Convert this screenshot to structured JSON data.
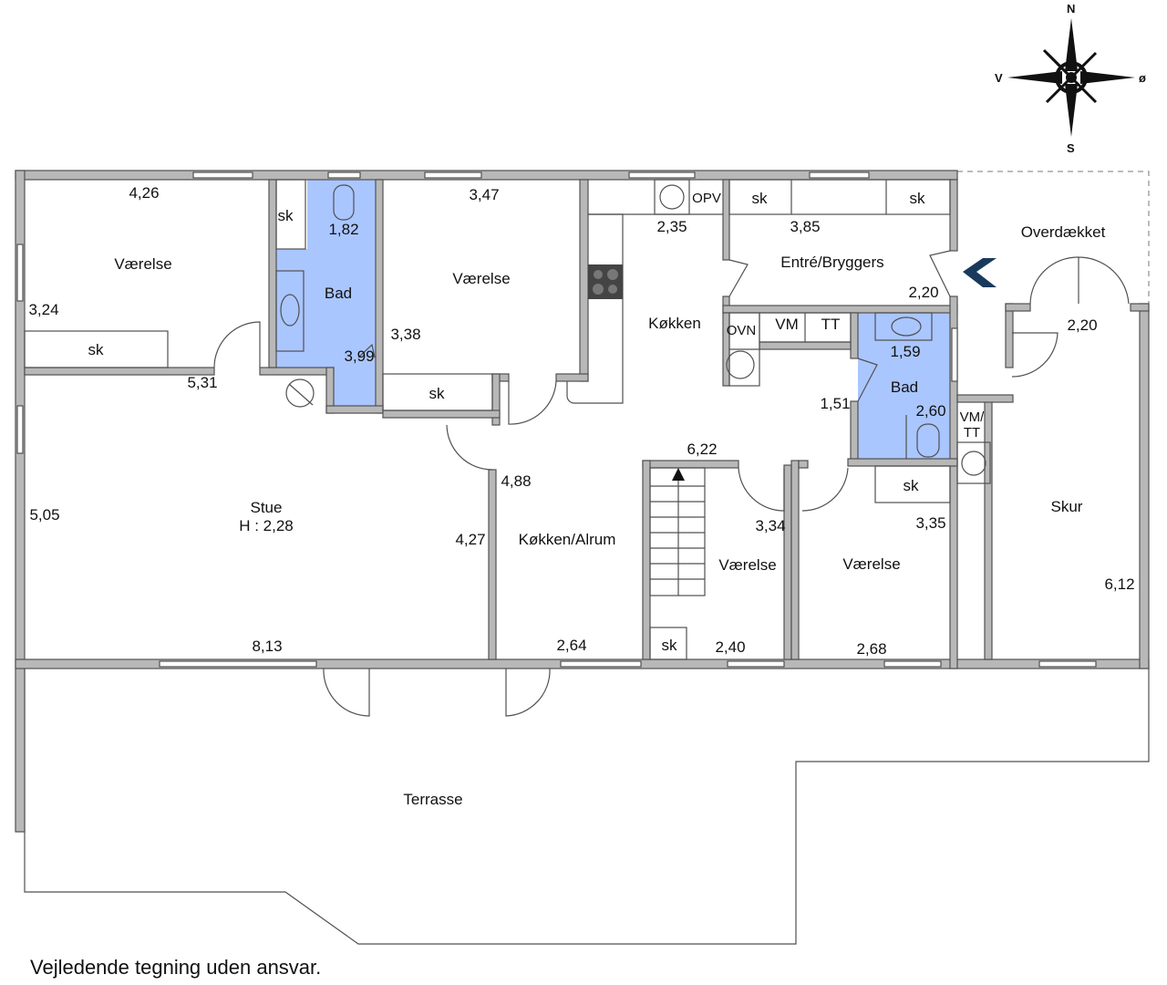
{
  "compass": {
    "n": "N",
    "s": "S",
    "e": "ø",
    "w": "V"
  },
  "colors": {
    "wall": "#b8b8b8",
    "bathroom": "#aac6ff",
    "entrance_arrow": "#1a3a5c"
  },
  "rooms": [
    {
      "id": "vaerelse1",
      "label": "Værelse"
    },
    {
      "id": "bad1",
      "label": "Bad"
    },
    {
      "id": "vaerelse2",
      "label": "Værelse"
    },
    {
      "id": "koekken",
      "label": "Køkken"
    },
    {
      "id": "entre",
      "label": "Entré/Bryggers"
    },
    {
      "id": "overdaekket",
      "label": "Overdækket"
    },
    {
      "id": "bad2",
      "label": "Bad"
    },
    {
      "id": "stue",
      "label": "Stue"
    },
    {
      "id": "stue_height",
      "label": "H : 2,28"
    },
    {
      "id": "alrum",
      "label": "Køkken/Alrum"
    },
    {
      "id": "vaerelse3",
      "label": "Værelse"
    },
    {
      "id": "vaerelse4",
      "label": "Værelse"
    },
    {
      "id": "skur",
      "label": "Skur"
    },
    {
      "id": "terrasse",
      "label": "Terrasse"
    }
  ],
  "fixtures": {
    "sk": "sk",
    "opv": "OPV",
    "ovn": "OVN",
    "vm": "VM",
    "tt": "TT",
    "vm_tt_1": "VM/",
    "vm_tt_2": "TT"
  },
  "dimensions": [
    "4,26",
    "3,24",
    "1,82",
    "3,99",
    "3,47",
    "3,38",
    "5,31",
    "2,35",
    "3,85",
    "2,20",
    "2,20",
    "1,59",
    "2,60",
    "1,51",
    "6,22",
    "4,88",
    "4,27",
    "5,05",
    "8,13",
    "2,64",
    "3,34",
    "2,40",
    "3,35",
    "2,68",
    "6,12"
  ],
  "disclaimer": "Vejledende tegning uden ansvar."
}
